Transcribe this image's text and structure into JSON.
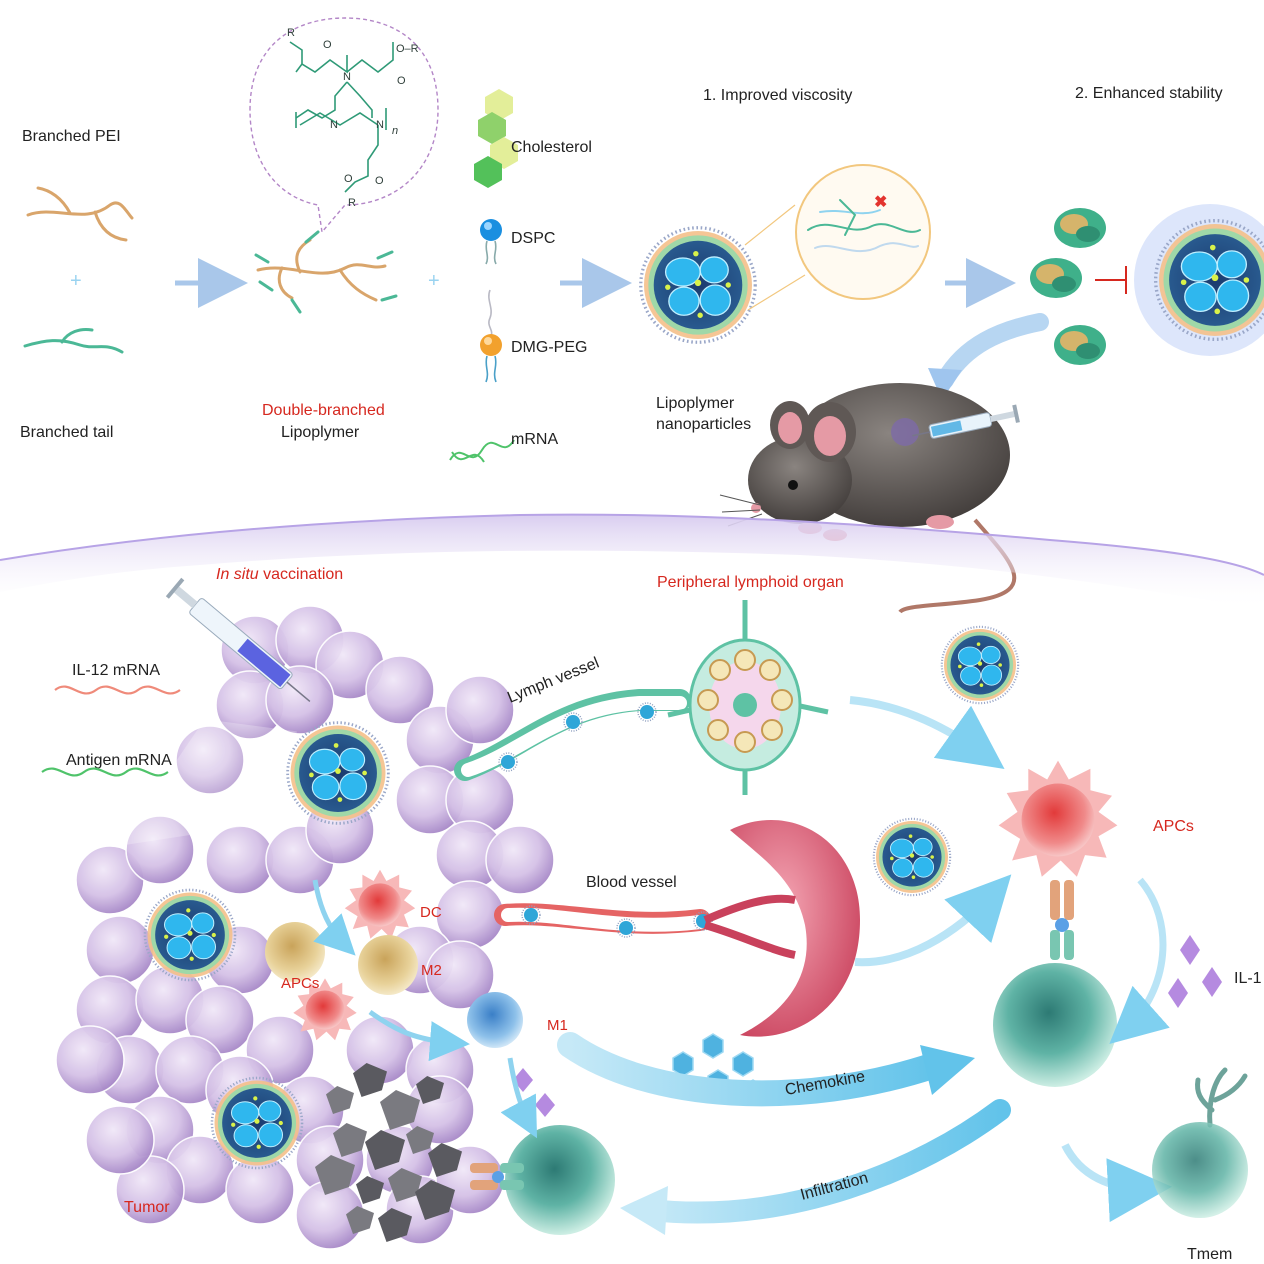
{
  "top": {
    "branched_pei": "Branched PEI",
    "branched_tail": "Branched tail",
    "plus": "+",
    "double_branched": "Double-branched",
    "lipopolymer": "Lipoplymer",
    "struct_R": "R",
    "struct_O": "O",
    "struct_N": "N",
    "struct_n": "n",
    "struct_OR": "O–R",
    "cholesterol": "Cholesterol",
    "dspc": "DSPC",
    "dmg_peg": "DMG-PEG",
    "mrna": "mRNA",
    "improved_viscosity": "1. Improved viscosity",
    "enhanced_stability": "2. Enhanced stability",
    "lnp_label_line1": "Lipoplymer",
    "lnp_label_line2": "nanoparticles"
  },
  "bottom": {
    "in_situ_italic": "In situ",
    "in_situ_rest": " vaccination",
    "peripheral": "Peripheral lymphoid organ",
    "il12_mrna": "IL-12 mRNA",
    "antigen_mrna": "Antigen mRNA",
    "lymph_vessel": "Lymph vessel",
    "blood_vessel": "Blood vessel",
    "dc": "DC",
    "m2": "M2",
    "apcs_left": "APCs",
    "m1": "M1",
    "chemokine": "Chemokine",
    "infiltration": "Infiltration",
    "tumor": "Tumor",
    "apcs_right": "APCs",
    "il12_cut": "IL-1",
    "tmem": "Tmem"
  },
  "colors": {
    "red_label": "#d6281f",
    "text": "#222222",
    "arrow_blue": "#8fd3ef",
    "tumor_purple": "#c8b2dc",
    "lnp_blue": "#1aa3e0",
    "green_tail": "#4bb896",
    "orange_pei": "#d9a56b"
  },
  "icons": [
    "syringe-icon",
    "mouse-icon",
    "lymph-node-icon",
    "spleen-icon",
    "protein-icon",
    "inhibition-icon"
  ]
}
